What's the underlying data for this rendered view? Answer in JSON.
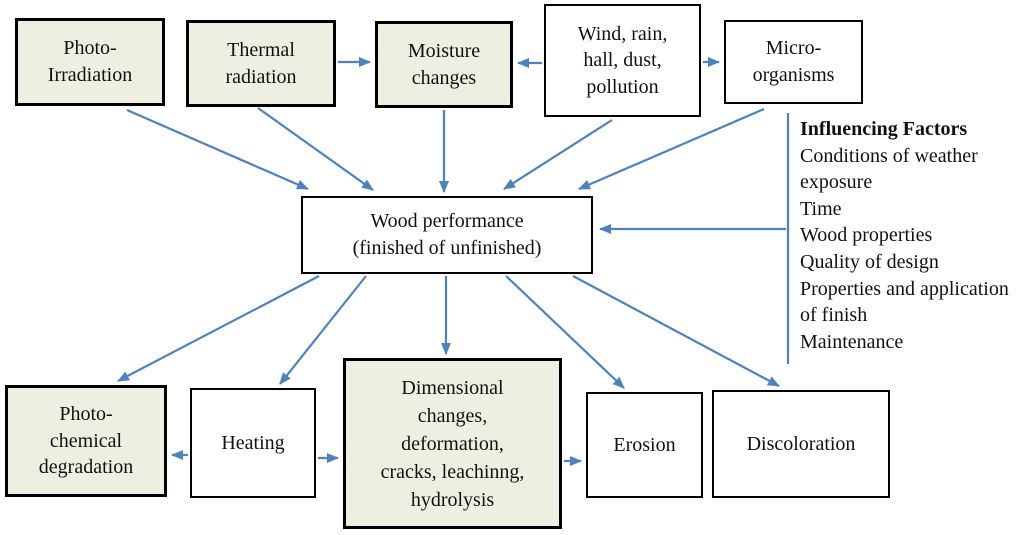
{
  "colors": {
    "green_fill": "#edefe1",
    "white_fill": "#ffffff",
    "border": "#000000",
    "arrow": "#4f81bd",
    "text": "#111111"
  },
  "boxes": {
    "photo_irradiation": {
      "label": "Photo-\nIrradiation"
    },
    "thermal_radiation": {
      "label": "Thermal\nradiation"
    },
    "moisture_changes": {
      "label": "Moisture\nchanges"
    },
    "wind_rain": {
      "label": "Wind, rain,\nhall, dust,\npollution"
    },
    "micro_organisms": {
      "label": "Micro-\norganisms"
    },
    "wood_performance": {
      "label": "Wood performance\n(finished of unfinished)"
    },
    "photo_chemical": {
      "label": "Photo-\nchemical\ndegradation"
    },
    "heating": {
      "label": "Heating"
    },
    "dimensional": {
      "label": "Dimensional\nchanges,\ndeformation,\ncracks, leachinng,\nhydrolysis"
    },
    "erosion": {
      "label": "Erosion"
    },
    "discoloration": {
      "label": "Discoloration"
    }
  },
  "influencing_factors": {
    "title": "Influencing Factors",
    "items": [
      "Conditions of weather exposure",
      "Time",
      "Wood properties",
      "Quality of design",
      "Properties and application of finish",
      "Maintenance"
    ]
  }
}
